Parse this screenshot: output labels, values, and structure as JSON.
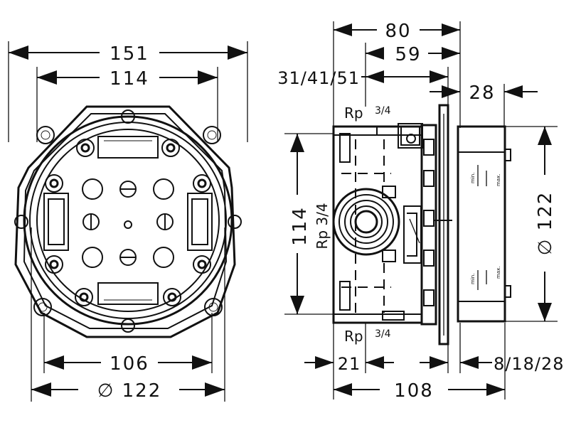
{
  "front_view": {
    "dim_overall_width": "151",
    "dim_inner_width": "114",
    "dim_bottom_width": "106",
    "dim_bottom_diameter": "∅ 122"
  },
  "side_view": {
    "dim_total_depth": "80",
    "dim_depth_59": "59",
    "dim_depth_options": "31/41/51",
    "dim_28": "28",
    "dim_height_114": "114",
    "dim_diameter_122": "∅ 122",
    "dim_21": "21",
    "dim_options_bottom": "8/18/28",
    "dim_108": "108",
    "thread_top": "Rp",
    "thread_top_frac": "3/4",
    "thread_side": "Rp 3/4",
    "thread_bottom": "Rp",
    "thread_bottom_frac": "3/4",
    "marker_min": "min.",
    "marker_max": "max."
  }
}
